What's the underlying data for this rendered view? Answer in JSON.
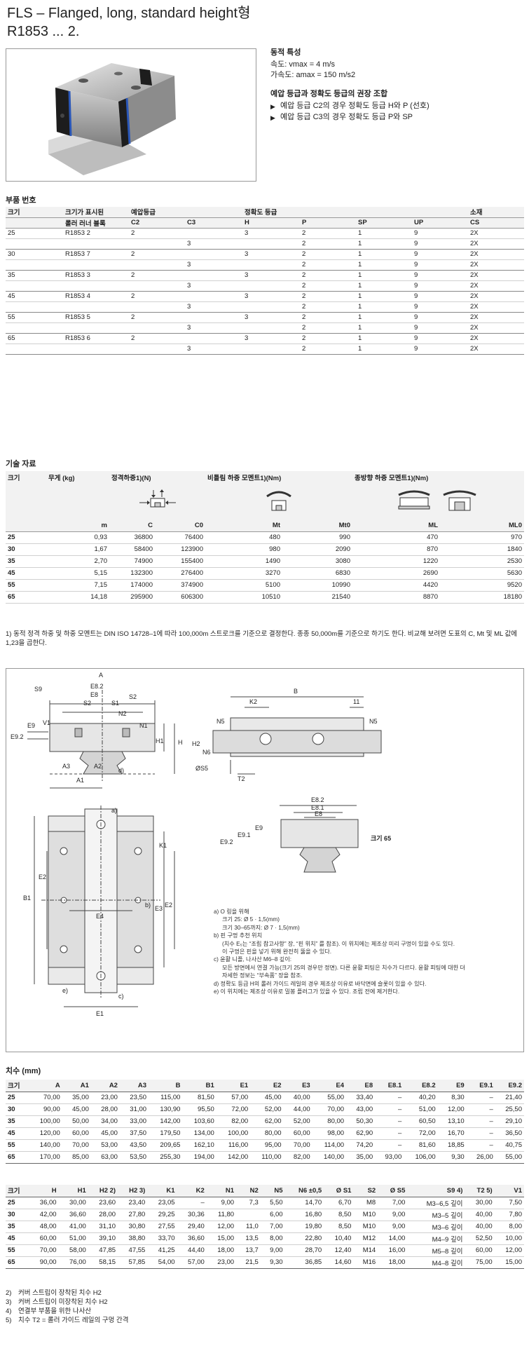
{
  "title": {
    "line1": "FLS – Flanged, long, standard height형",
    "line2": "R1853 ... 2."
  },
  "specs": {
    "dynamic_heading": "동적 특성",
    "speed": "속도:  vmax = 4 m/s",
    "accel": "가속도:  amax = 150 m/s2",
    "combo_heading": "예압 등급과 정확도 등급의 권장 조합",
    "bullets": [
      "예압 등급 C2의 경우 정확도 등급 H와 P (선호)",
      "예압 등급 C3의 경우 정확도 등급 P와 SP"
    ]
  },
  "parts": {
    "heading": "부품 번호",
    "head1": [
      "크기",
      "크기가 표시된",
      "예압등급",
      "",
      "정확도 등급",
      "",
      "",
      "",
      "소재"
    ],
    "head2": [
      "",
      "롤러 러너 블록",
      "C2",
      "C3",
      "H",
      "P",
      "SP",
      "UP",
      "CS"
    ],
    "rows": [
      [
        "25",
        "R1853 2",
        "2",
        "",
        "3",
        "2",
        "1",
        "9",
        "2X"
      ],
      [
        "",
        "",
        "",
        "3",
        "",
        "2",
        "1",
        "9",
        "2X"
      ],
      [
        "30",
        "R1853 7",
        "2",
        "",
        "3",
        "2",
        "1",
        "9",
        "2X"
      ],
      [
        "",
        "",
        "",
        "3",
        "",
        "2",
        "1",
        "9",
        "2X"
      ],
      [
        "35",
        "R1853 3",
        "2",
        "",
        "3",
        "2",
        "1",
        "9",
        "2X"
      ],
      [
        "",
        "",
        "",
        "3",
        "",
        "2",
        "1",
        "9",
        "2X"
      ],
      [
        "45",
        "R1853 4",
        "2",
        "",
        "3",
        "2",
        "1",
        "9",
        "2X"
      ],
      [
        "",
        "",
        "",
        "3",
        "",
        "2",
        "1",
        "9",
        "2X"
      ],
      [
        "55",
        "R1853 5",
        "2",
        "",
        "3",
        "2",
        "1",
        "9",
        "2X"
      ],
      [
        "",
        "",
        "",
        "3",
        "",
        "2",
        "1",
        "9",
        "2X"
      ],
      [
        "65",
        "R1853 6",
        "2",
        "",
        "3",
        "2",
        "1",
        "9",
        "2X"
      ],
      [
        "",
        "",
        "",
        "3",
        "",
        "2",
        "1",
        "9",
        "2X"
      ]
    ]
  },
  "tech": {
    "heading": "기술 자료",
    "head1": [
      "크기",
      "무게 (kg)",
      "정격하중1)(N)",
      "",
      "비틀림 하중 모멘트1)(Nm)",
      "",
      "종방향 하중 모멘트1)(Nm)",
      ""
    ],
    "head2": [
      "",
      "m",
      "C",
      "C0",
      "Mt",
      "Mt0",
      "ML",
      "ML0"
    ],
    "rows": [
      [
        "25",
        "0,93",
        "36800",
        "76400",
        "480",
        "990",
        "470",
        "970"
      ],
      [
        "30",
        "1,67",
        "58400",
        "123900",
        "980",
        "2090",
        "870",
        "1840"
      ],
      [
        "35",
        "2,70",
        "74900",
        "155400",
        "1490",
        "3080",
        "1220",
        "2530"
      ],
      [
        "45",
        "5,15",
        "132300",
        "276400",
        "3270",
        "6830",
        "2690",
        "5630"
      ],
      [
        "55",
        "7,15",
        "174000",
        "374900",
        "5100",
        "10990",
        "4420",
        "9520"
      ],
      [
        "65",
        "14,18",
        "295900",
        "606300",
        "10510",
        "21540",
        "8870",
        "18180"
      ]
    ],
    "note": "1)  동적 정격 하중 및 하중 모멘트는 DIN ISO 14728–1에 따라 100,000m 스트로크를 기준으로 결정한다. 종종 50,000m를 기준으로 하기도 한다. 비교해 보려면 도표의 C, Mt 및 ML 값에 1,23을 곱한다."
  },
  "drawing": {
    "labels_front": [
      "A",
      "E8.2",
      "E8",
      "S9",
      "S2",
      "S1",
      "S2",
      "N2",
      "E9",
      "V1",
      "E9.2",
      "N1",
      "H1",
      "H",
      "A3",
      "A2",
      "A1",
      "d)"
    ],
    "labels_side": [
      "B",
      "K2",
      "11",
      "N5",
      "N5",
      "H2",
      "N6",
      "ØS5",
      "T2"
    ],
    "labels_65": [
      "E8.2",
      "E8.1",
      "E8",
      "E9",
      "E9.1",
      "E9.2",
      "크기 65"
    ],
    "labels_top": [
      "a)",
      "K1",
      "E2",
      "B1",
      "E4",
      "b)",
      "E3",
      "E2",
      "e)",
      "c)",
      "E1"
    ],
    "notes": [
      "a)  O 링을 위해",
      "크기 25:  Ø 5 · 1,5(mm)",
      "크기 30–65까지:  Ø 7 · 1,5(mm)",
      "b)  핀 구멍 추천 위치",
      "(치수 E₅는 “조립 참고사항” 장, “핀 위치” 를 참조). 이 위치에는 제조상 미리 구멍이 있을 수도 있다.",
      "이 구멍은 핀을 넣기 위해 완전히 뚫을 수 있다.",
      "c)  윤활 니플, 나사산 M6–8 깊이:",
      "모든 방면에서 연결 가능(크기 25의 경우만 정면). 다른 윤활 피팅은 치수가 다르다. 윤활 피팅에 대한 더",
      "자세한 정보는 “부속품” 장을 참조.",
      "d)  정확도 등급 H의 롤러 가이드 레일의 경우 제조상 이유로 바닥면에 슬롯이 있을 수 있다.",
      "e)  이 위치에는 제조상 이유로 밀봉 플러그가 있을 수 있다. 조립 전에 제거한다."
    ]
  },
  "dims": {
    "heading": "치수 (mm)",
    "table1_head": [
      "크기",
      "A",
      "A1",
      "A2",
      "A3",
      "B",
      "B1",
      "E1",
      "E2",
      "E3",
      "E4",
      "E8",
      "E8.1",
      "E8.2",
      "E9",
      "E9.1",
      "E9.2"
    ],
    "table1_rows": [
      [
        "25",
        "70,00",
        "35,00",
        "23,00",
        "23,50",
        "115,00",
        "81,50",
        "57,00",
        "45,00",
        "40,00",
        "55,00",
        "33,40",
        "–",
        "40,20",
        "8,30",
        "–",
        "21,40"
      ],
      [
        "30",
        "90,00",
        "45,00",
        "28,00",
        "31,00",
        "130,90",
        "95,50",
        "72,00",
        "52,00",
        "44,00",
        "70,00",
        "43,00",
        "–",
        "51,00",
        "12,00",
        "–",
        "25,50"
      ],
      [
        "35",
        "100,00",
        "50,00",
        "34,00",
        "33,00",
        "142,00",
        "103,60",
        "82,00",
        "62,00",
        "52,00",
        "80,00",
        "50,30",
        "–",
        "60,50",
        "13,10",
        "–",
        "29,10"
      ],
      [
        "45",
        "120,00",
        "60,00",
        "45,00",
        "37,50",
        "179,50",
        "134,00",
        "100,00",
        "80,00",
        "60,00",
        "98,00",
        "62,90",
        "–",
        "72,00",
        "16,70",
        "–",
        "36,50"
      ],
      [
        "55",
        "140,00",
        "70,00",
        "53,00",
        "43,50",
        "209,65",
        "162,10",
        "116,00",
        "95,00",
        "70,00",
        "114,00",
        "74,20",
        "–",
        "81,60",
        "18,85",
        "–",
        "40,75"
      ],
      [
        "65",
        "170,00",
        "85,00",
        "63,00",
        "53,50",
        "255,30",
        "194,00",
        "142,00",
        "110,00",
        "82,00",
        "140,00",
        "35,00",
        "93,00",
        "106,00",
        "9,30",
        "26,00",
        "55,00"
      ]
    ],
    "table2_head": [
      "크기",
      "H",
      "H1",
      "H2 2)",
      "H2 3)",
      "K1",
      "K2",
      "N1",
      "N2",
      "N5",
      "N6 ±0,5",
      "Ø S1",
      "S2",
      "Ø S5",
      "S9 4)",
      "T2 5)",
      "V1"
    ],
    "table2_rows": [
      [
        "25",
        "36,00",
        "30,00",
        "23,60",
        "23,40",
        "23,05",
        "–",
        "9,00",
        "7,3",
        "5,50",
        "14,70",
        "6,70",
        "M8",
        "7,00",
        "M3–6,5 깊이",
        "30,00",
        "7,50"
      ],
      [
        "30",
        "42,00",
        "36,60",
        "28,00",
        "27,80",
        "29,25",
        "30,36",
        "11,80",
        "",
        "6,00",
        "16,80",
        "8,50",
        "M10",
        "9,00",
        "M3–5 깊이",
        "40,00",
        "7,80"
      ],
      [
        "35",
        "48,00",
        "41,00",
        "31,10",
        "30,80",
        "27,55",
        "29,40",
        "12,00",
        "11,0",
        "7,00",
        "19,80",
        "8,50",
        "M10",
        "9,00",
        "M3–6 깊이",
        "40,00",
        "8,00"
      ],
      [
        "45",
        "60,00",
        "51,00",
        "39,10",
        "38,80",
        "33,70",
        "36,60",
        "15,00",
        "13,5",
        "8,00",
        "22,80",
        "10,40",
        "M12",
        "14,00",
        "M4–9 깊이",
        "52,50",
        "10,00"
      ],
      [
        "55",
        "70,00",
        "58,00",
        "47,85",
        "47,55",
        "41,25",
        "44,40",
        "18,00",
        "13,7",
        "9,00",
        "28,70",
        "12,40",
        "M14",
        "16,00",
        "M5–8 깊이",
        "60,00",
        "12,00"
      ],
      [
        "65",
        "90,00",
        "76,00",
        "58,15",
        "57,85",
        "54,00",
        "57,00",
        "23,00",
        "21,5",
        "9,30",
        "36,85",
        "14,60",
        "M16",
        "18,00",
        "M4–8 깊이",
        "75,00",
        "15,00"
      ]
    ],
    "footnotes": [
      [
        "2)",
        "커버 스트립이 장착된 치수 H2"
      ],
      [
        "3)",
        "커버 스트립이 미장착된 치수 H2"
      ],
      [
        "4)",
        "연결부 부품을 위한 나사산"
      ],
      [
        "5)",
        "치수 T2 = 롤러 가이드 레일의 구멍 간격"
      ]
    ]
  },
  "colors": {
    "header_bg": "#f2f2f2",
    "seal_blue": "#2a57b8",
    "line": "#555555"
  }
}
